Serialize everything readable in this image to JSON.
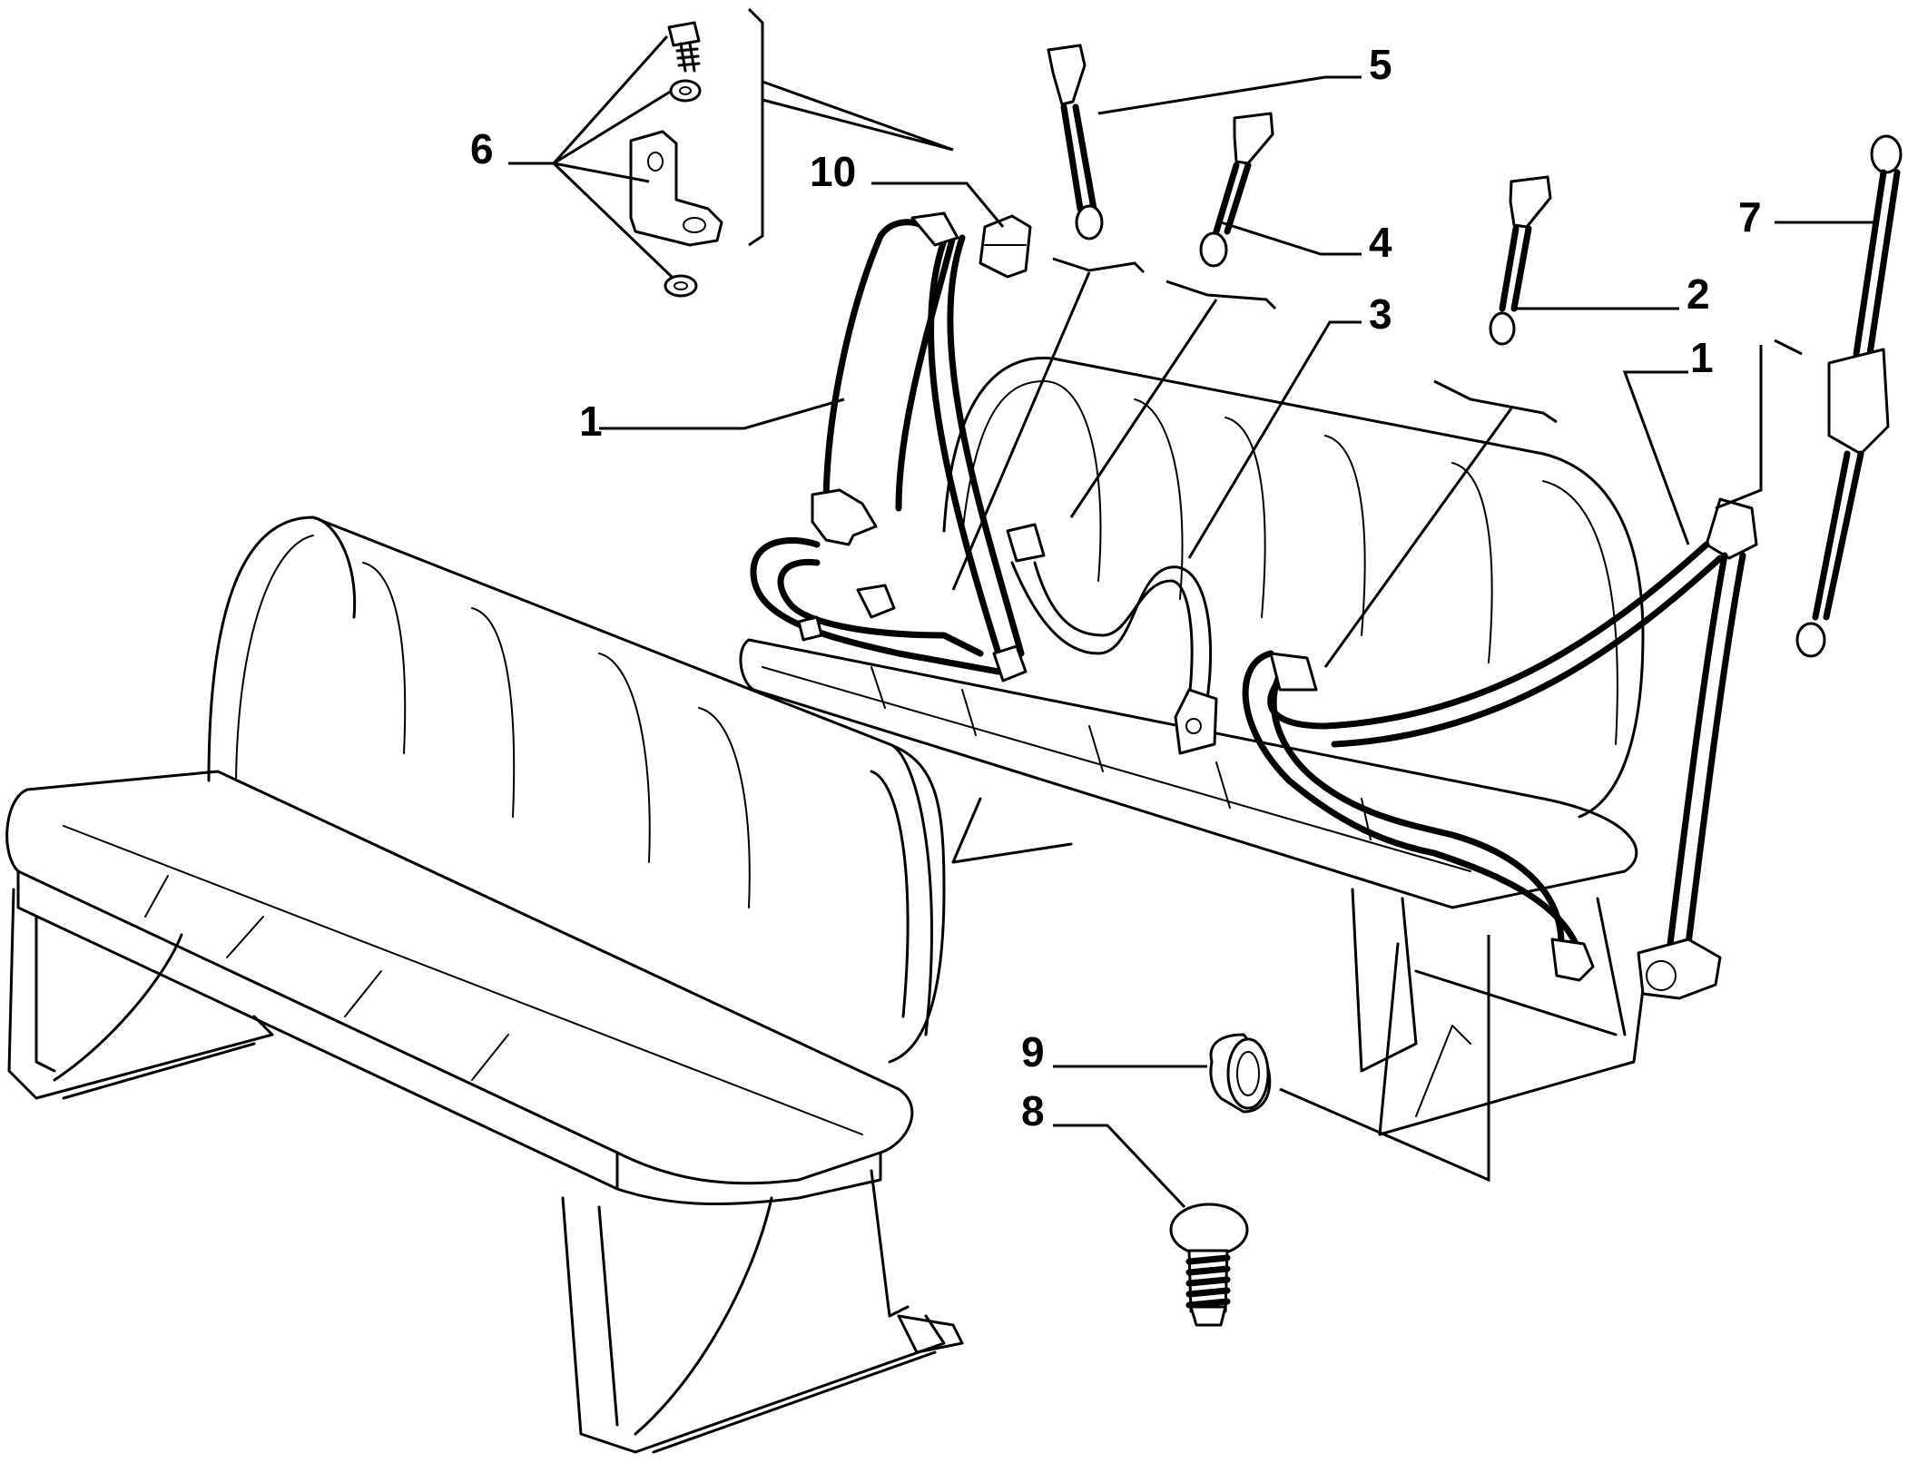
{
  "callouts": [
    {
      "id": "1a",
      "label": "1"
    },
    {
      "id": "1b",
      "label": "1"
    },
    {
      "id": "2",
      "label": "2"
    },
    {
      "id": "3",
      "label": "3"
    },
    {
      "id": "4",
      "label": "4"
    },
    {
      "id": "5",
      "label": "5"
    },
    {
      "id": "6",
      "label": "6"
    },
    {
      "id": "7",
      "label": "7"
    },
    {
      "id": "8",
      "label": "8"
    },
    {
      "id": "9",
      "label": "9"
    },
    {
      "id": "10",
      "label": "10"
    }
  ]
}
